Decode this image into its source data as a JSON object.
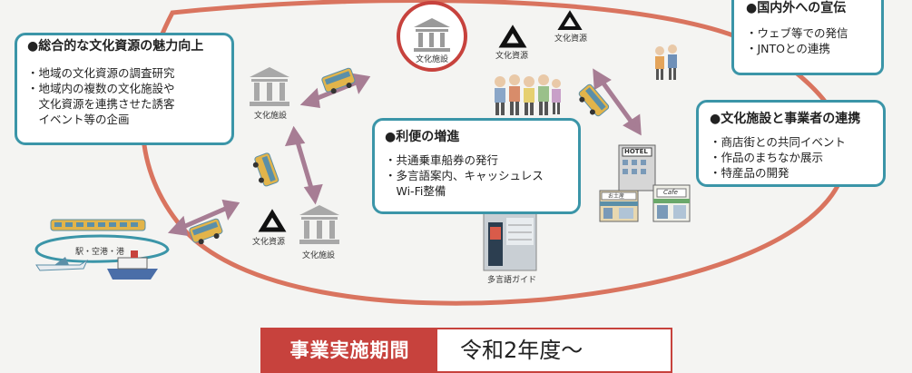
{
  "cards": {
    "top_right": {
      "title": "●国内外への宣伝",
      "items": [
        "・ウェブ等での発信",
        "・JNTOとの連携"
      ]
    },
    "left": {
      "title": "●総合的な文化資源の魅力向上",
      "items": [
        "・地域の文化資源の調査研究",
        "・地域内の複数の文化施設や",
        "　文化資源を連携させた誘客",
        "　イベント等の企画"
      ]
    },
    "center": {
      "title": "●利便の増進",
      "items": [
        "・共通乗車船券の発行",
        "・多言語案内、キャッシュレス",
        "　Wi-Fi整備"
      ]
    },
    "right": {
      "title": "●文化施設と事業者の連携",
      "items": [
        "・商店街との共同イベント",
        "・作品のまちなか展示",
        "・特産品の開発"
      ]
    }
  },
  "icons": {
    "culture_facility": "文化施設",
    "culture_resource": "文化資源",
    "station": "駅・空港・港",
    "multilingual_guide": "多言語ガイド",
    "hotel_sign": "HOTEL",
    "shop_sign": "お土産",
    "cafe_sign": "Cafe"
  },
  "period": {
    "label": "事業実施期間",
    "value": "令和2年度～"
  },
  "colors": {
    "loop": "#d9745f",
    "bracket": "#3b95a8",
    "accent_red": "#c7423d",
    "arrow": "#a77d94"
  }
}
